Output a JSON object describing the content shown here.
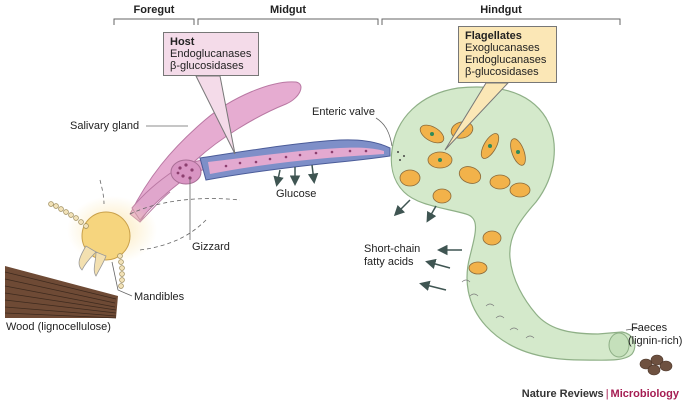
{
  "sections": {
    "foregut": "Foregut",
    "midgut": "Midgut",
    "hindgut": "Hindgut"
  },
  "host_box": {
    "title": "Host",
    "items": [
      "Endoglucanases",
      "β-glucosidases"
    ]
  },
  "flagellates_box": {
    "title": "Flagellates",
    "items": [
      "Exoglucanases",
      "Endoglucanases",
      "β-glucosidases"
    ]
  },
  "labels": {
    "salivary_gland": "Salivary gland",
    "enteric_valve": "Enteric valve",
    "glucose": "Glucose",
    "gizzard": "Gizzard",
    "mandibles": "Mandibles",
    "wood_line1": "Wood (lignocellulose)",
    "scfa_line1": "Short-chain",
    "scfa_line2": "fatty acids",
    "faeces_line1": "Faeces",
    "faeces_line2": "(lignin-rich)"
  },
  "brand": {
    "part1": "Nature Reviews",
    "separator": "|",
    "part2": "Microbiology"
  },
  "colors": {
    "salivary_pink": "#e4a8cf",
    "midgut_blue": "#7e8fc8",
    "hindgut_green": "#d4e9cb",
    "head_yellow": "#f6d57e",
    "wood_brown": "#6e4a35",
    "flagellate_orange": "#f2b24a",
    "arrow_dark": "#3f5552"
  }
}
